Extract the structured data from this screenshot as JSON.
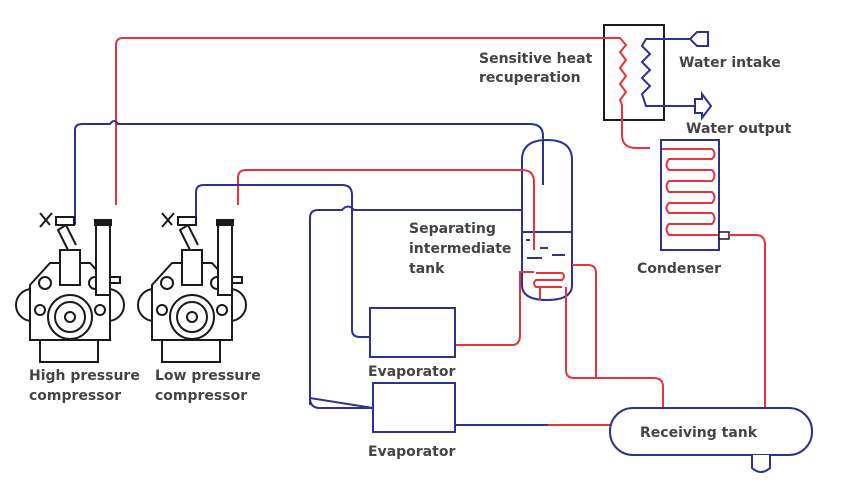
{
  "labels": {
    "sensitive_heat_line1": "Sensitive heat",
    "sensitive_heat_line2": "recuperation",
    "water_intake": "Water intake",
    "water_output": "Water output",
    "separating_line1": "Separating",
    "separating_line2": "intermediate",
    "separating_line3": "tank",
    "condenser": "Condenser",
    "evaporator_1": "Evaporator",
    "evaporator_2": "Evaporator",
    "receiving_tank": "Receiving tank",
    "high_pressure_line1": "High pressure",
    "high_pressure_line2": "compressor",
    "low_pressure_line1": "Low pressure",
    "low_pressure_line2": "compressor"
  },
  "colors": {
    "low_pressure_line": "#2e3192",
    "high_pressure_line": "#e8323c"
  }
}
